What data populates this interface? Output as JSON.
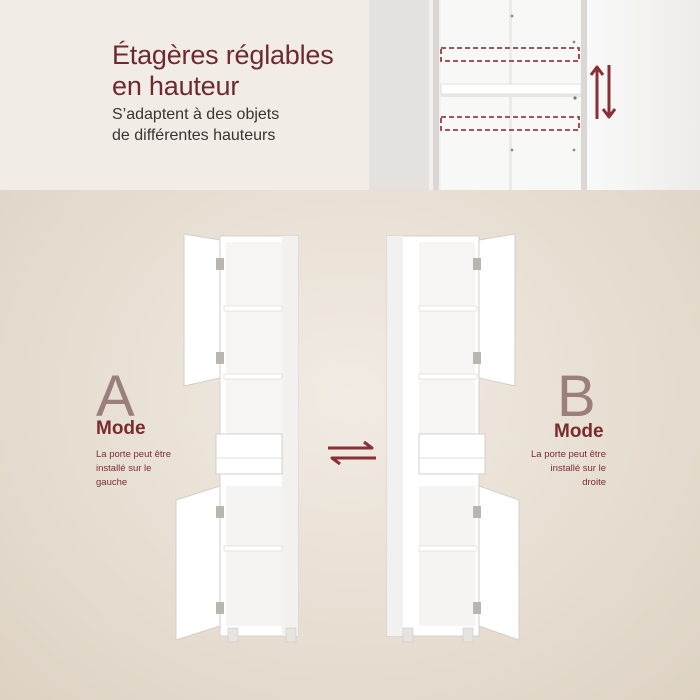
{
  "heading": {
    "title": "Étagères réglables\nen hauteur",
    "subtitle": "S’adaptent à des objets\nde différentes hauteurs"
  },
  "mode_a": {
    "letter": "A",
    "word": "Mode",
    "note": "La porte peut être\ninstallé sur le\ngauche"
  },
  "mode_b": {
    "letter": "B",
    "word": "Mode",
    "note": "La porte peut être\ninstallé sur le\ndroite"
  },
  "colors": {
    "accent": "#7a2b30",
    "letter": "#9a7f7a",
    "background": "#e5dccf",
    "cabinet": "#ffffff"
  },
  "icons": {
    "swap": "left-right-arrows-icon",
    "adjust": "up-down-arrows-icon"
  }
}
